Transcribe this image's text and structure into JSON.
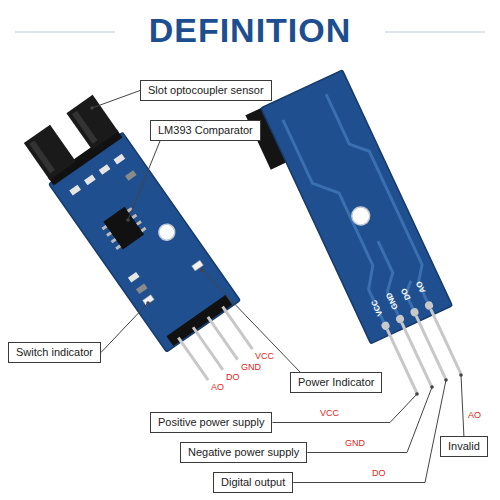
{
  "diagram": {
    "title": "DEFINITION",
    "nodes": [
      {
        "text": [
          "Slot optocoupler sensor"
        ]
      },
      {
        "text": [
          "LM393 Comparator"
        ]
      },
      {
        "text": [
          "Switch indicator"
        ]
      },
      {
        "text": [
          "Power Indicator"
        ]
      },
      {
        "text": [
          "Positive power supply"
        ]
      },
      {
        "text": [
          "Negative power supply"
        ]
      },
      {
        "text": [
          "Digital output"
        ]
      },
      {
        "text": [
          "Invalid"
        ]
      }
    ],
    "labels": [
      "VCC",
      "GND",
      "DO",
      "AO",
      "VCC",
      "GND",
      "DO",
      "AO",
      "VCC",
      "GND",
      "DO",
      "AO"
    ]
  }
}
